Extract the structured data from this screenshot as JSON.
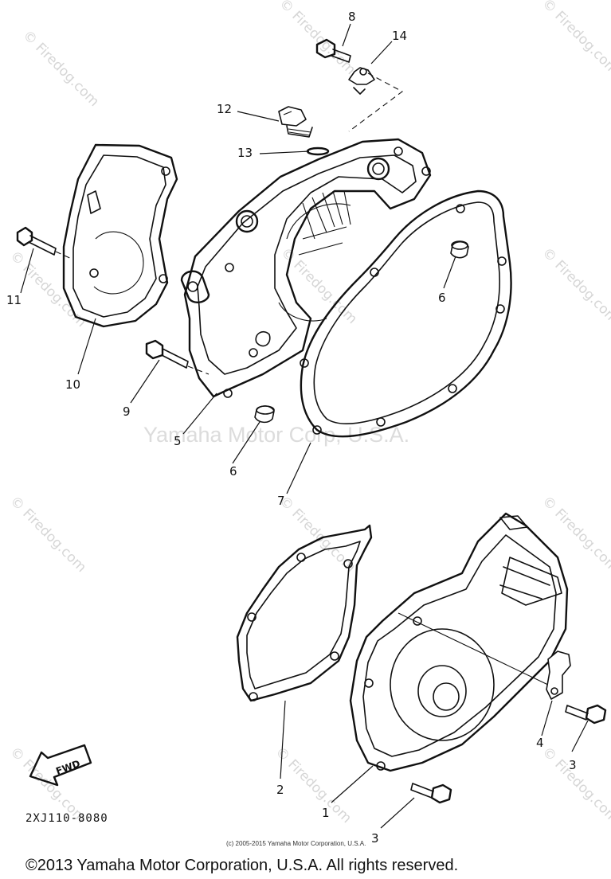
{
  "watermarks": {
    "diagonal": "© Firedog.com",
    "center_small": "© Firedog.com",
    "center_large": "Yamaha Motor Corp, U.S.A."
  },
  "callouts": {
    "c1": "1",
    "c2": "2",
    "c3a": "3",
    "c3b": "3",
    "c4": "4",
    "c5": "5",
    "c6a": "6",
    "c6b": "6",
    "c7": "7",
    "c8": "8",
    "c9": "9",
    "c10": "10",
    "c11": "11",
    "c12": "12",
    "c13": "13",
    "c14": "14"
  },
  "fwd_label": "FWD",
  "part_number": "2XJ110-8080",
  "small_copyright": "(c) 2005-2015 Yamaha Motor Corporation, U.S.A.",
  "copyright": "©2013 Yamaha Motor Corporation, U.S.A. All rights reserved.",
  "colors": {
    "line": "#111111",
    "watermark": "#d6d6d6",
    "background": "#ffffff"
  }
}
